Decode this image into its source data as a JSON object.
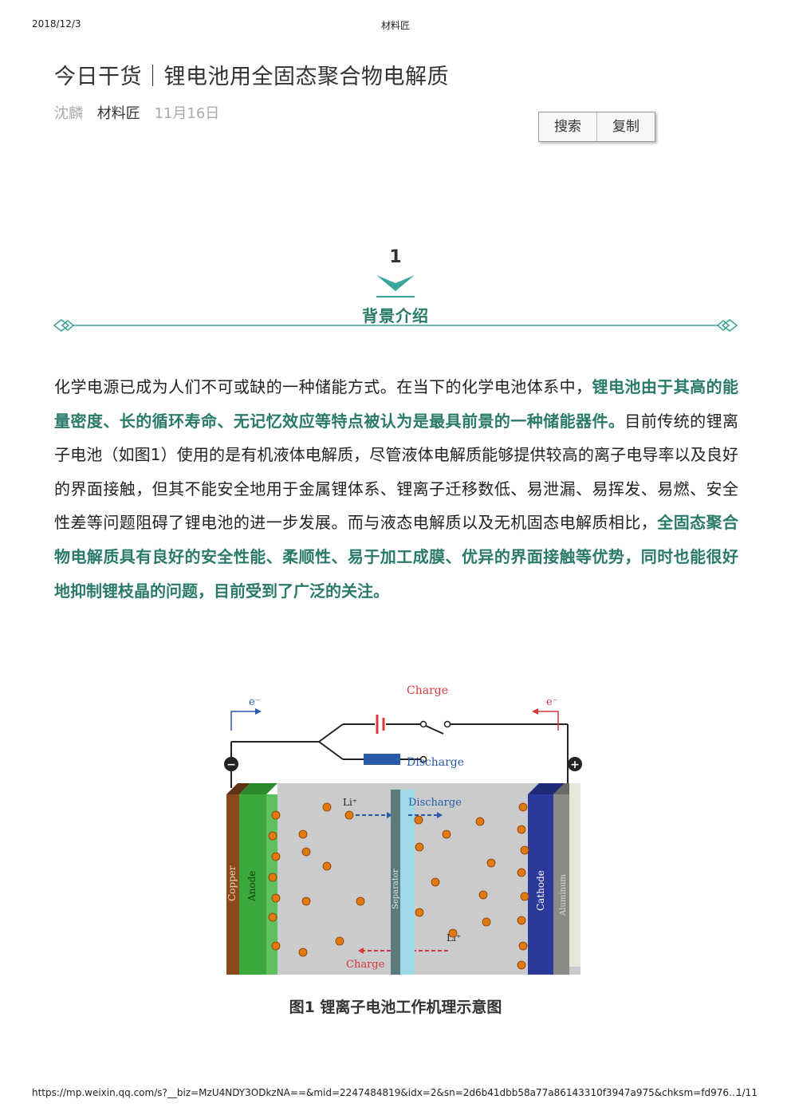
{
  "print_header": {
    "date": "2018/12/3",
    "site": "材料匠"
  },
  "article": {
    "title": "今日干货｜锂电池用全固态聚合物电解质",
    "author": "沈麟",
    "account": "材料匠",
    "date": "11月16日"
  },
  "toolbar": {
    "search_label": "搜索",
    "copy_label": "复制"
  },
  "section": {
    "number": "1",
    "title": "背景介绍"
  },
  "paragraph": {
    "s1": "化学电源已成为人们不可或缺的一种储能方式。在当下的化学电池体系中，",
    "h1": "锂电池由于其高的能量密度、长的循环寿命、无记忆效应等特点被认为是最具前景的一种储能器件。",
    "s2": "目前传统的锂离子电池（如图1）使用的是有机液体电解质，尽管液体电解质能够提供较高的离子电导率以及良好的界面接触，但其不能安全地用于金属锂体系、锂离子迁移数低、易泄漏、易挥发、易燃、安全性差等问题阻碍了锂电池的进一步发展。而与液态电解质以及无机固态电解质相比，",
    "h2": "全固态聚合物电解质具有良好的安全性能、柔顺性、易于加工成膜、优异的界面接触等优势，同时也能很好地抑制锂枝晶的问题，目前受到了广泛的关注。"
  },
  "figure": {
    "labels": {
      "charge_top": "Charge",
      "discharge_top": "Discharge",
      "e_left": "e⁻",
      "e_right": "e⁻",
      "minus": "−",
      "plus": "+",
      "li_top": "Li⁺",
      "li_bottom": "Li⁺",
      "discharge_in": "Discharge",
      "charge_in": "Charge",
      "copper": "Copper",
      "anode": "Anode",
      "separator": "Separator",
      "cathode": "Cathode",
      "aluminum": "Aluminum"
    },
    "colors": {
      "copper": "#8b4a1e",
      "anode": "#3aa83a",
      "electrolyte": "#c9cbcd",
      "separator": "#5a7a7c",
      "separator_light": "#9fd8e6",
      "cathode": "#2b3a9a",
      "aluminum": "#8a8a86",
      "ion": "#e07a10",
      "charge_red": "#d9363e",
      "discharge_blue": "#2a5aa8"
    },
    "caption": "图1   锂离子电池工作机理示意图"
  },
  "print_footer": {
    "url": "https://mp.weixin.qq.com/s?__biz=MzU4NDY3ODkzNA==&mid=2247484819&idx=2&sn=2d6b41dbb58a77a86143310f3947a975&chksm=fd976…",
    "page": "1/11"
  }
}
